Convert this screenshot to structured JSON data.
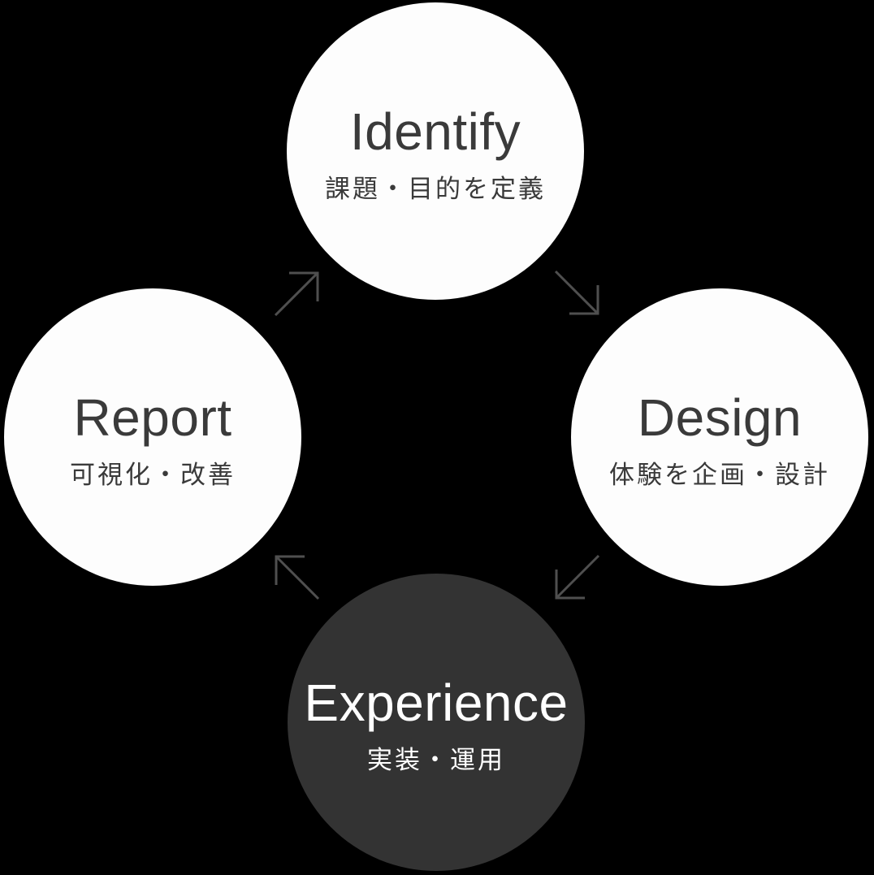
{
  "diagram": {
    "type": "cycle",
    "background_color": "#000000",
    "circle_light_color": "#fdfdfd",
    "circle_dark_color": "#333333",
    "text_dark_color": "#3a3a3a",
    "text_light_color": "#ffffff",
    "arrow_color": "#4f4f4f",
    "nodes": [
      {
        "id": "identify",
        "title": "Identify",
        "subtitle": "課題・目的を定義",
        "variant": "light",
        "position": "top"
      },
      {
        "id": "design",
        "title": "Design",
        "subtitle": "体験を企画・設計",
        "variant": "light",
        "position": "right"
      },
      {
        "id": "experience",
        "title": "Experience",
        "subtitle": "実装・運用",
        "variant": "dark",
        "position": "bottom"
      },
      {
        "id": "report",
        "title": "Report",
        "subtitle": "可視化・改善",
        "variant": "light",
        "position": "left"
      }
    ],
    "arrows": [
      {
        "from": "report",
        "to": "identify",
        "direction": "up-right"
      },
      {
        "from": "identify",
        "to": "design",
        "direction": "down-right"
      },
      {
        "from": "design",
        "to": "experience",
        "direction": "down-left"
      },
      {
        "from": "experience",
        "to": "report",
        "direction": "up-left"
      }
    ]
  }
}
